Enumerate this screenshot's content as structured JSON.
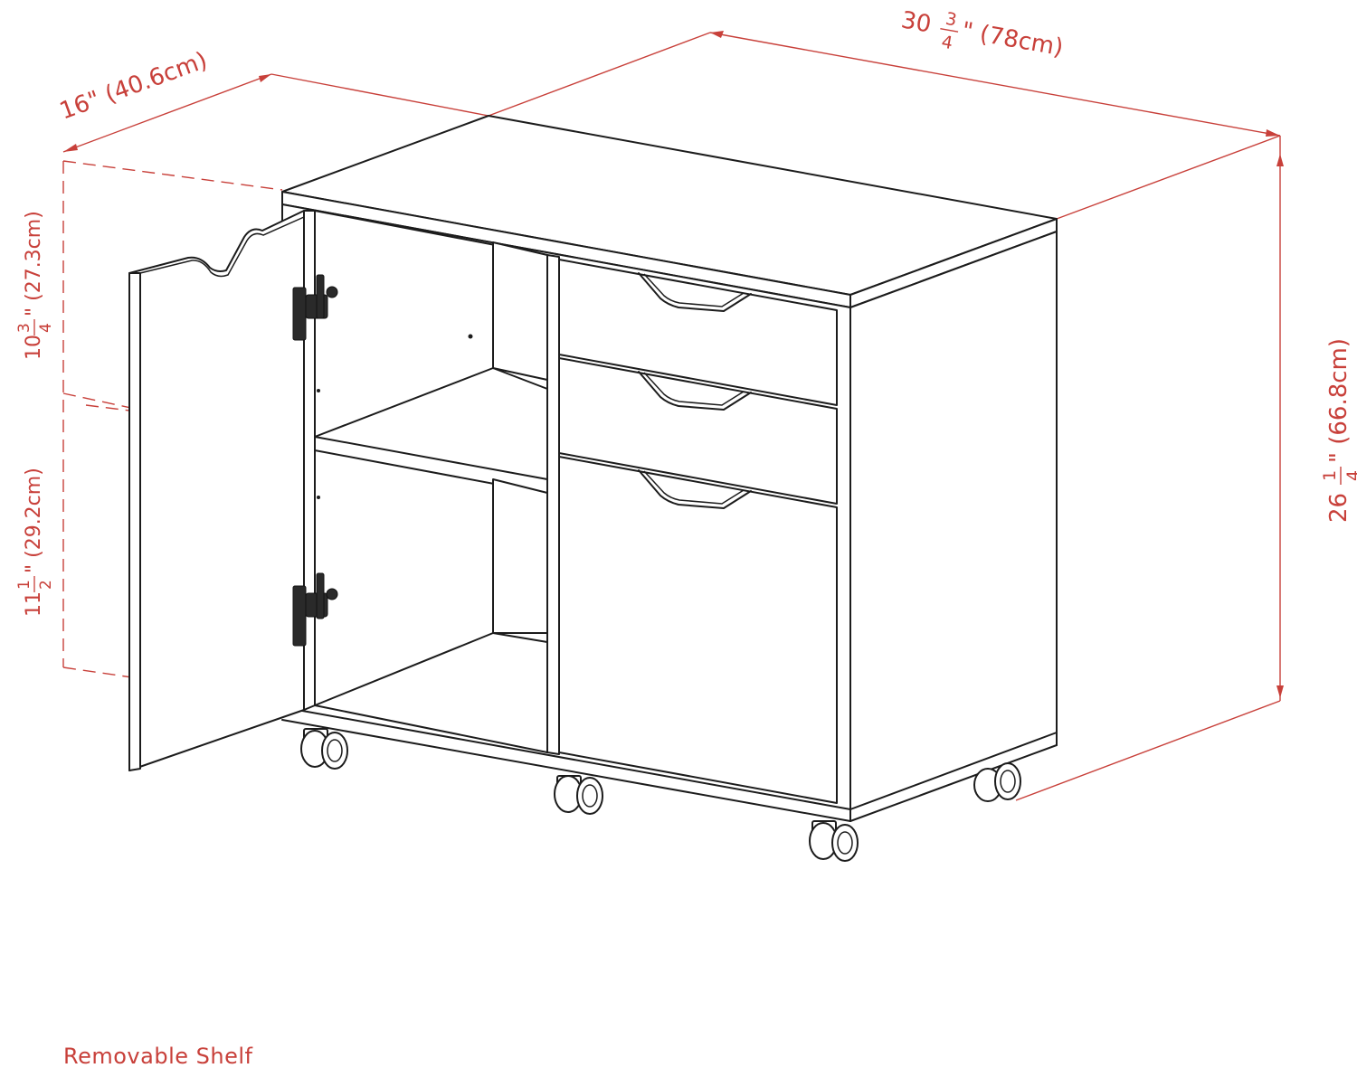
{
  "dimensions": {
    "width": {
      "whole": "30",
      "num": "3",
      "den": "4",
      "suffix": "\" (78cm)"
    },
    "depth": {
      "text": "16\" (40.6cm)"
    },
    "height": {
      "whole": "26",
      "num": "1",
      "den": "4",
      "suffix": "\" (66.8cm)"
    },
    "upper_shelf": {
      "whole": "10",
      "num": "3",
      "den": "4",
      "suffix": "\" (27.3cm)"
    },
    "lower_shelf": {
      "whole": "11",
      "num": "1",
      "den": "2",
      "suffix": "\" (29.2cm)"
    }
  },
  "caption": "Removable Shelf",
  "colors": {
    "dimension_red": "#c8403a",
    "line_art": "#1c1c1c",
    "background": "#ffffff"
  }
}
